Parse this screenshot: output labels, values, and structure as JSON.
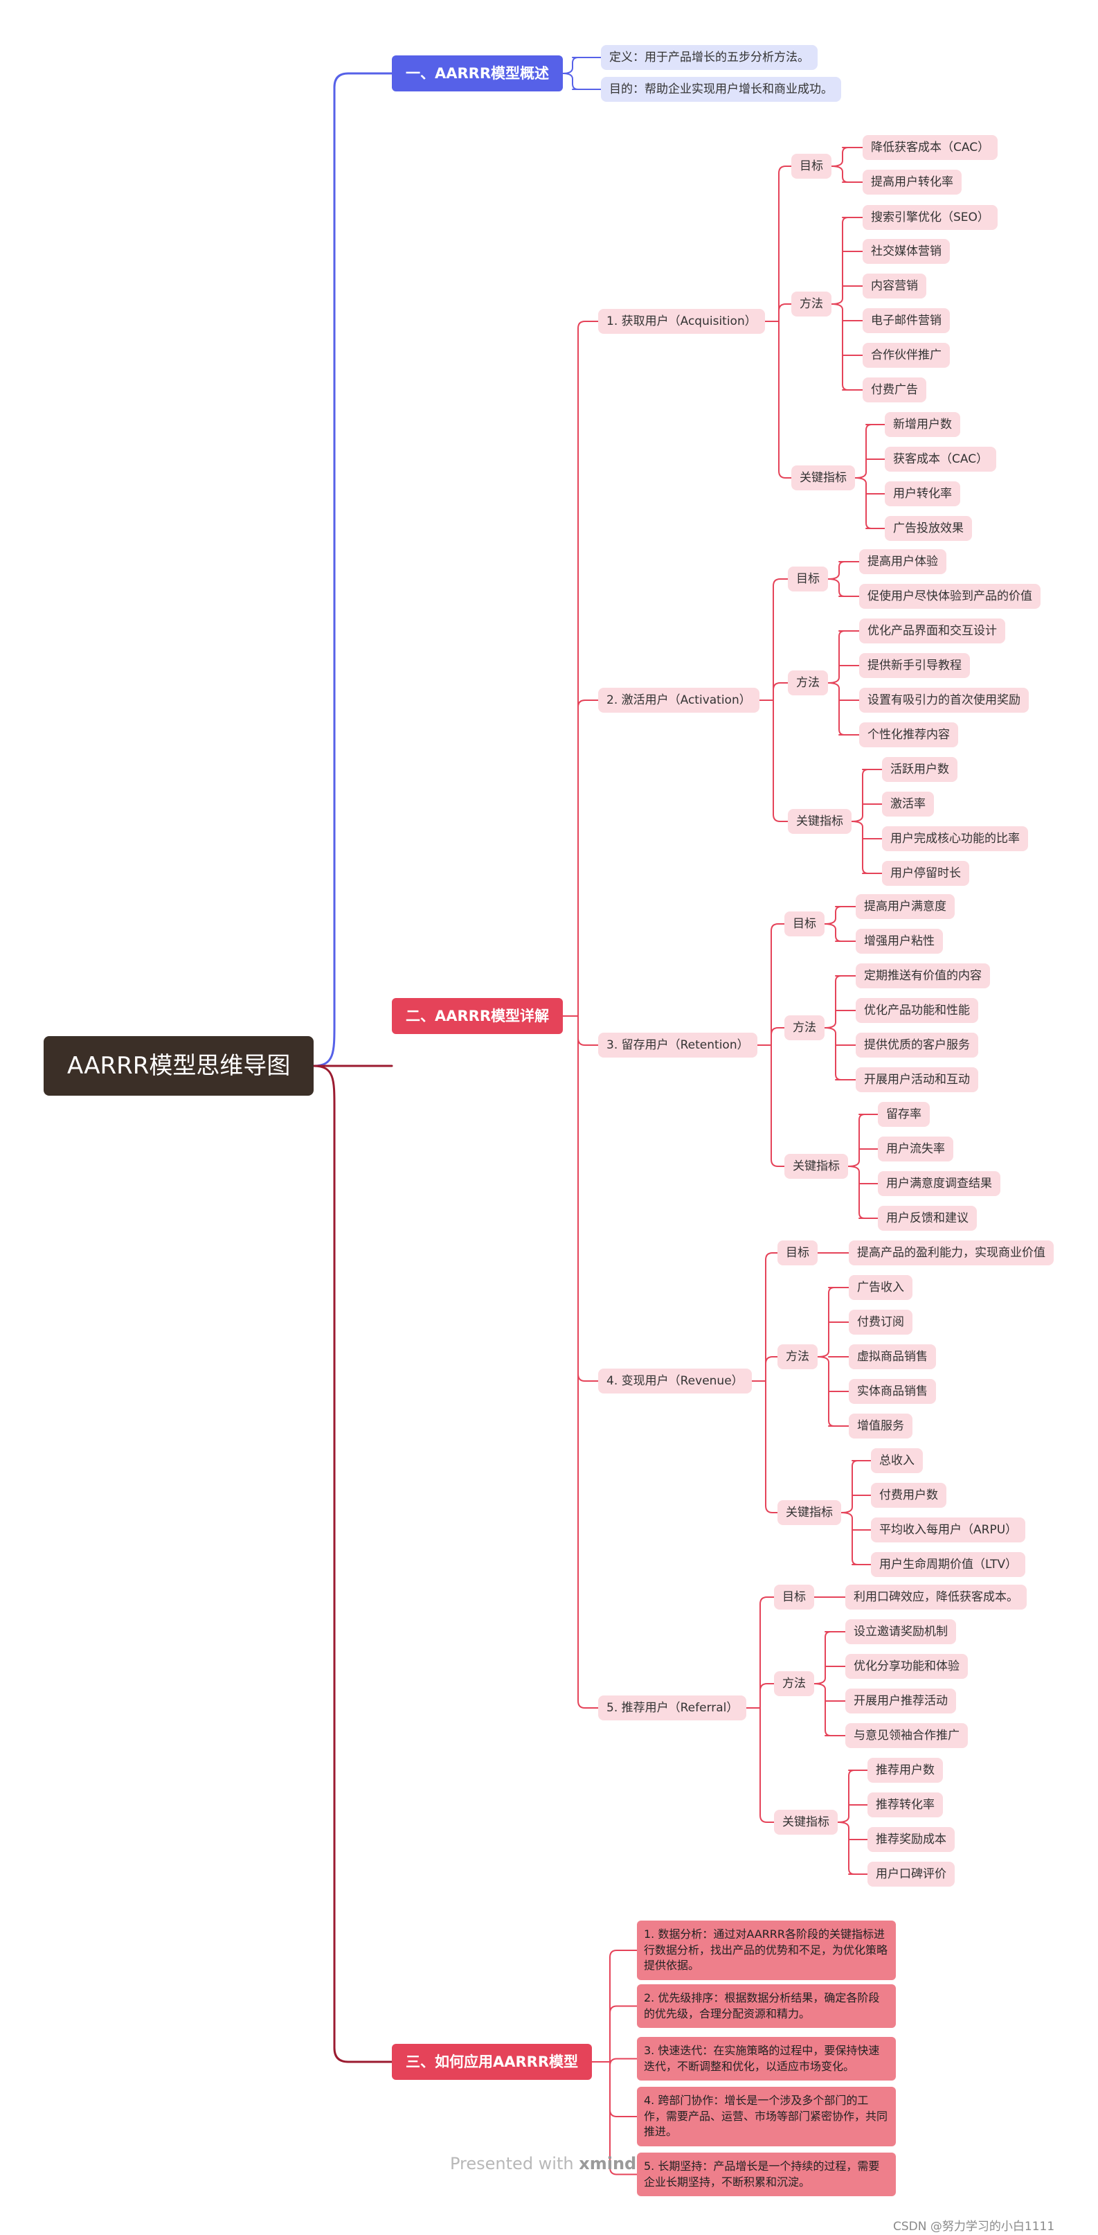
{
  "root": "AARRR模型思维导图",
  "sections": [
    {
      "label": "一、AARRR模型概述",
      "color": "#5661e8",
      "items": [
        "定义：用于产品增长的五步分析方法。",
        "目的：帮助企业实现用户增长和商业成功。"
      ]
    },
    {
      "label": "二、AARRR模型详解",
      "color": "#e54359",
      "stages": [
        {
          "label": "1. 获取用户（Acquisition）",
          "groups": [
            {
              "label": "目标",
              "items": [
                "降低获客成本（CAC）",
                "提高用户转化率"
              ]
            },
            {
              "label": "方法",
              "items": [
                "搜索引擎优化（SEO）",
                "社交媒体营销",
                "内容营销",
                "电子邮件营销",
                "合作伙伴推广",
                "付费广告"
              ]
            },
            {
              "label": "关键指标",
              "items": [
                "新增用户数",
                "获客成本（CAC）",
                "用户转化率",
                "广告投放效果"
              ]
            }
          ]
        },
        {
          "label": "2. 激活用户（Activation）",
          "groups": [
            {
              "label": "目标",
              "items": [
                "提高用户体验",
                "促使用户尽快体验到产品的价值"
              ]
            },
            {
              "label": "方法",
              "items": [
                "优化产品界面和交互设计",
                "提供新手引导教程",
                "设置有吸引力的首次使用奖励",
                "个性化推荐内容"
              ]
            },
            {
              "label": "关键指标",
              "items": [
                "活跃用户数",
                "激活率",
                "用户完成核心功能的比率",
                "用户停留时长"
              ]
            }
          ]
        },
        {
          "label": "3. 留存用户（Retention）",
          "groups": [
            {
              "label": "目标",
              "items": [
                "提高用户满意度",
                "增强用户粘性"
              ]
            },
            {
              "label": "方法",
              "items": [
                "定期推送有价值的内容",
                "优化产品功能和性能",
                "提供优质的客户服务",
                "开展用户活动和互动"
              ]
            },
            {
              "label": "关键指标",
              "items": [
                "留存率",
                "用户流失率",
                "用户满意度调查结果",
                "用户反馈和建议"
              ]
            }
          ]
        },
        {
          "label": "4. 变现用户（Revenue）",
          "groups": [
            {
              "label": "目标",
              "items": [
                "提高产品的盈利能力，实现商业价值"
              ]
            },
            {
              "label": "方法",
              "items": [
                "广告收入",
                "付费订阅",
                "虚拟商品销售",
                "实体商品销售",
                "增值服务"
              ]
            },
            {
              "label": "关键指标",
              "items": [
                "总收入",
                "付费用户数",
                "平均收入每用户（ARPU）",
                "用户生命周期价值（LTV）"
              ]
            }
          ]
        },
        {
          "label": "5. 推荐用户（Referral）",
          "groups": [
            {
              "label": "目标",
              "items": [
                "利用口碑效应，降低获客成本。"
              ]
            },
            {
              "label": "方法",
              "items": [
                "设立邀请奖励机制",
                "优化分享功能和体验",
                "开展用户推荐活动",
                "与意见领袖合作推广"
              ]
            },
            {
              "label": "关键指标",
              "items": [
                "推荐用户数",
                "推荐转化率",
                "推荐奖励成本",
                "用户口碑评价"
              ]
            }
          ]
        }
      ]
    },
    {
      "label": "三、如何应用AARRR模型",
      "color": "#e54359",
      "items": [
        "1. 数据分析：通过对AARRR各阶段的关键指标进行数据分析，找出产品的优势和不足，为优化策略提供依据。",
        "2. 优先级排序：根据数据分析结果，确定各阶段的优先级，合理分配资源和精力。",
        "3. 快速迭代：在实施策略的过程中，要保持快速迭代，不断调整和优化，以适应市场变化。",
        "4. 跨部门协作：增长是一个涉及多个部门的工作，需要产品、运营、市场等部门紧密协作，共同推进。",
        "5. 长期坚持：产品增长是一个持续的过程，需要企业长期坚持，不断积累和沉淀。"
      ]
    }
  ],
  "footer": {
    "prefix": "Presented with",
    "brand": "xmind"
  },
  "credit": "CSDN @努力学习的小白1111"
}
